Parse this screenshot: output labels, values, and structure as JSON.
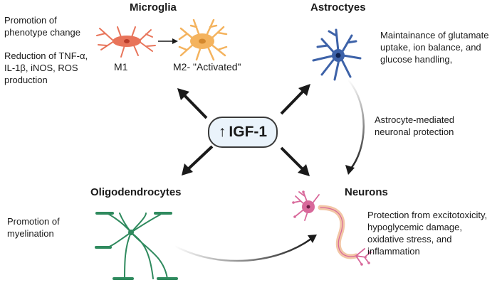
{
  "center": {
    "arrow": "↑",
    "label": "IGF-1"
  },
  "microglia": {
    "title": "Microglia",
    "effect_1": "Promotion of\nphenotype change",
    "effect_2": "Reduction of TNF-α,\nIL-1β, iNOS, ROS\nproduction",
    "state_m1": "M1",
    "state_m2": "M2- \"Activated\"",
    "colors": {
      "m1": "#e8745a",
      "m2": "#f4b35e"
    }
  },
  "astrocytes": {
    "title": "Astroctyes",
    "effect": "Maintainance of glutamate\nuptake, ion balance, and\nglucose handling,",
    "protection": "Astrocyte-mediated\nneuronal protection",
    "color": "#3d62a8"
  },
  "oligodendrocytes": {
    "title": "Oligodendrocytes",
    "effect": "Promotion of\nmyelination",
    "color": "#2f8a5e"
  },
  "neurons": {
    "title": "Neurons",
    "effect": "Protection from excitotoxicity,\nhypoglycemic damage,\noxidative stress, and\ninflammation",
    "color": "#d8689a"
  },
  "icons": [
    "microglia-m1-icon",
    "microglia-m2-icon",
    "astrocyte-icon",
    "oligodendrocyte-icon",
    "neuron-icon"
  ]
}
